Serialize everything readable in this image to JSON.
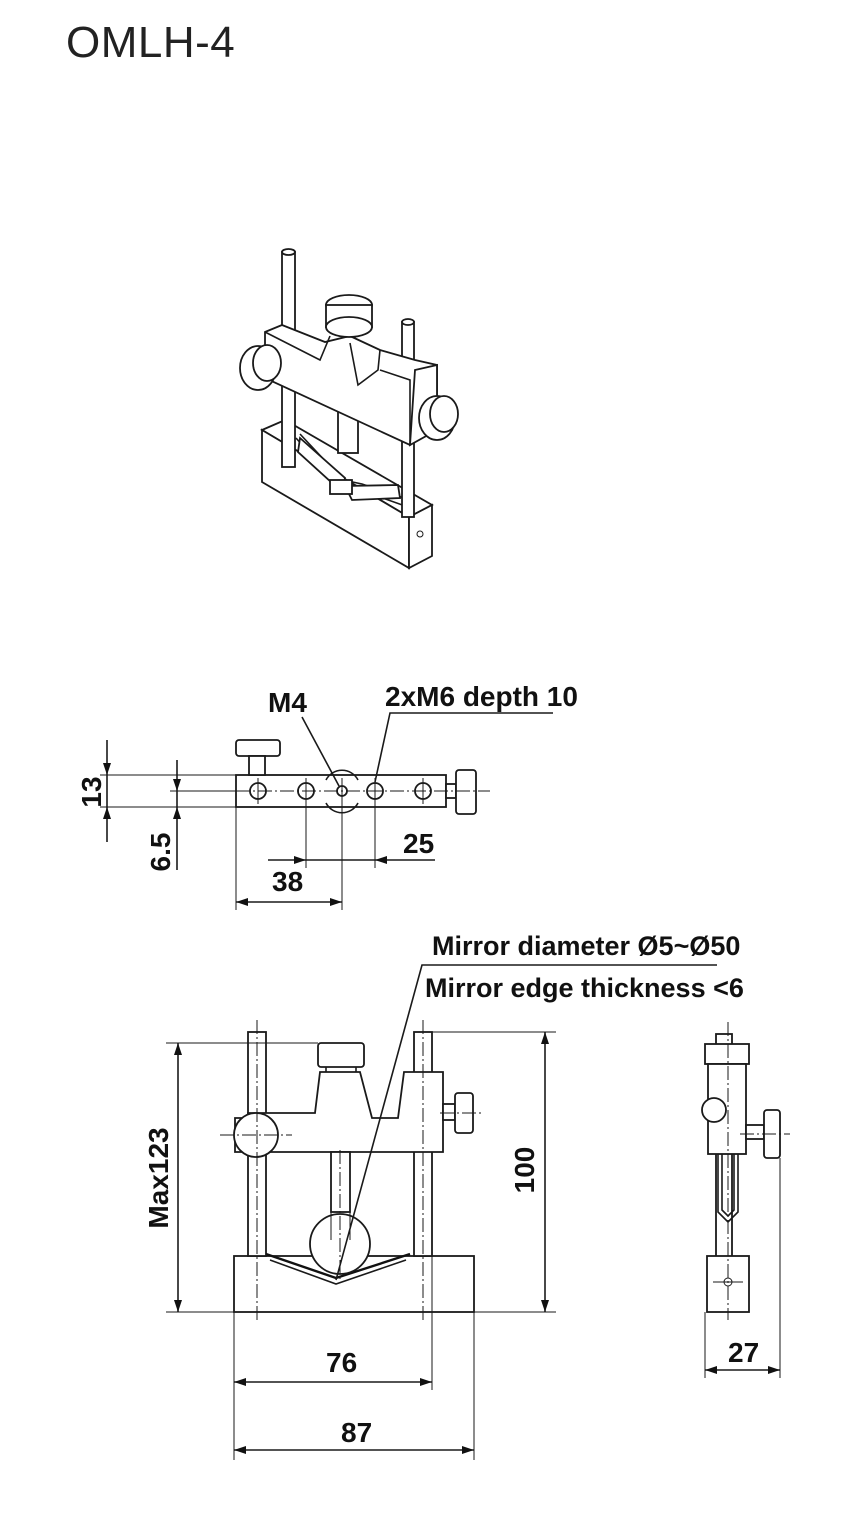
{
  "title": "OMLH-4",
  "top_view": {
    "m4_label": "M4",
    "m6_label": "2xM6 depth 10",
    "dim_13": "13",
    "dim_6_5": "6.5",
    "dim_25": "25",
    "dim_38": "38"
  },
  "front_view": {
    "mirror_diameter": "Mirror diameter Ø5~Ø50",
    "mirror_edge": "Mirror edge thickness <6",
    "dim_max123": "Max123",
    "dim_100": "100",
    "dim_76": "76",
    "dim_87": "87"
  },
  "side_view": {
    "dim_27": "27"
  }
}
